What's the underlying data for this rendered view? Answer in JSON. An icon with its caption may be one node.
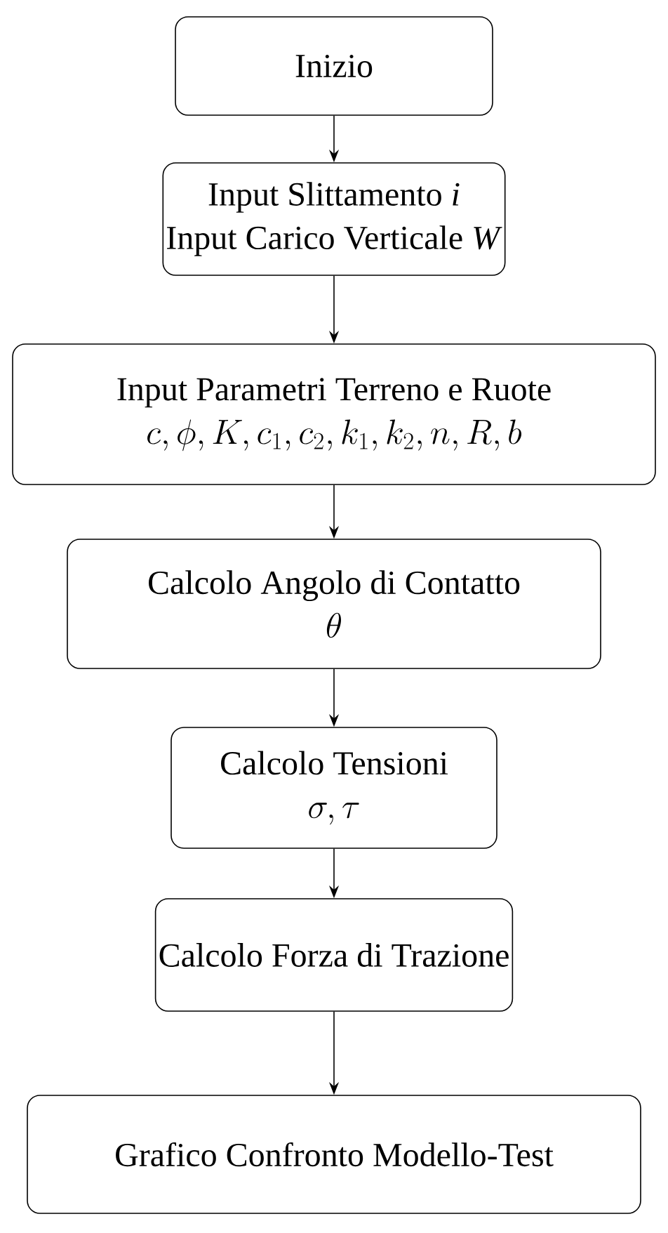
{
  "diagram": {
    "nodes": [
      {
        "text": [
          "Inizio"
        ]
      },
      {
        "text": [
          "Input Slittamento *i*",
          "Input Carico Verticale *W*"
        ]
      },
      {
        "text": [
          "Input Parametri Terreno e Ruote",
          "c, \\phi, K, c_1, c_2, k_1, k_2, n, R, b"
        ]
      },
      {
        "text": [
          "Calcolo Angolo di Contatto",
          "\\theta"
        ]
      },
      {
        "text": [
          "Calcolo Tensioni",
          "\\sigma, \\tau"
        ]
      },
      {
        "text": [
          "Calcolo Forza di Trazione"
        ]
      },
      {
        "text": [
          "Grafico Confronto Modello-Test"
        ]
      }
    ],
    "edges": [
      {
        "from": 0,
        "to": 1,
        "arrow": "to"
      },
      {
        "from": 1,
        "to": 2,
        "arrow": "to"
      },
      {
        "from": 2,
        "to": 3,
        "arrow": "to"
      },
      {
        "from": 3,
        "to": 4,
        "arrow": "to"
      },
      {
        "from": 4,
        "to": 5,
        "arrow": "to"
      },
      {
        "from": 5,
        "to": 6,
        "arrow": "to"
      }
    ]
  }
}
